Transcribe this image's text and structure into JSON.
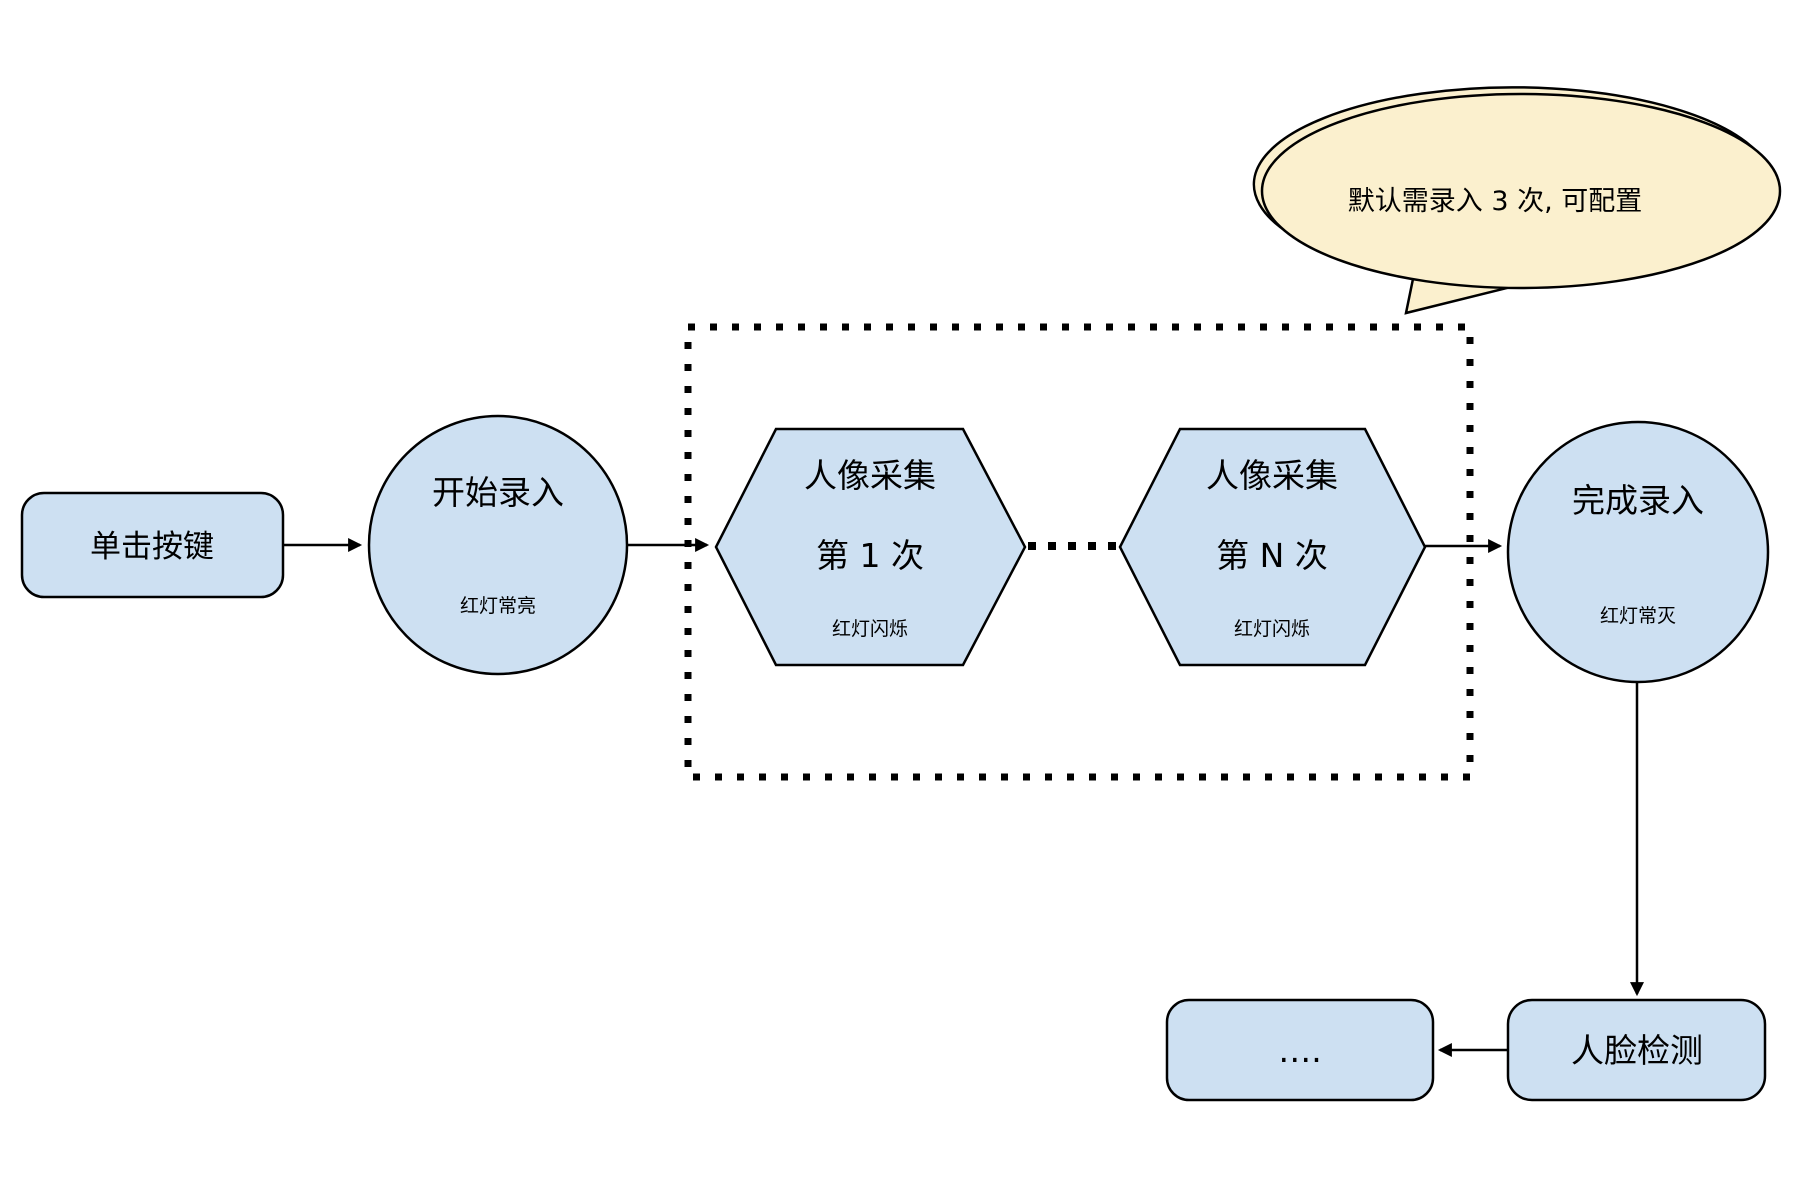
{
  "colors": {
    "shape_fill": "#CDE0F2",
    "shape_stroke": "#000000",
    "bubble_fill": "#FBF0CE",
    "background": "#FFFFFF",
    "line": "#000000"
  },
  "nodes": {
    "click_button": {
      "label": "单击按键"
    },
    "start_enroll": {
      "label": "开始录入",
      "sublabel": "红灯常亮"
    },
    "capture_first": {
      "label": "人像采集",
      "line2": "第 1 次",
      "sublabel": "红灯闪烁"
    },
    "capture_nth": {
      "label": "人像采集",
      "line2": "第 N 次",
      "sublabel": "红灯闪烁"
    },
    "finish_enroll": {
      "label": "完成录入",
      "sublabel": "红灯常灭"
    },
    "face_detect": {
      "label": "人脸检测"
    },
    "more_steps": {
      "label": "…."
    }
  },
  "annotation": {
    "bubble_text": "默认需录入 3 次, 可配置"
  }
}
